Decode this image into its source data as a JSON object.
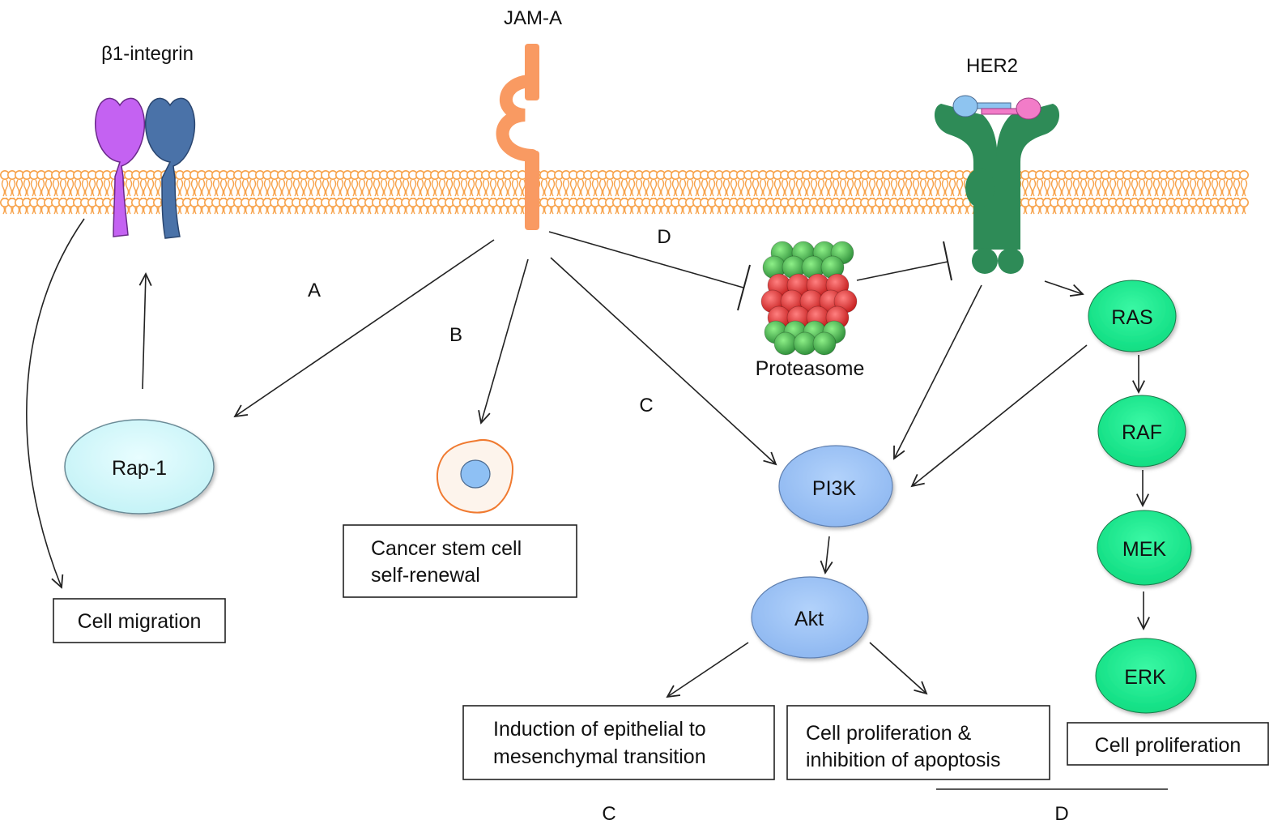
{
  "receptors": {
    "integrin": "β1-integrin",
    "jam": "JAM-A",
    "her2": "HER2"
  },
  "pathway_labels": {
    "a": "A",
    "b": "B",
    "c": "C",
    "d": "D"
  },
  "nodes": {
    "proteasome": "Proteasome",
    "rap1": "Rap-1",
    "pi3k": "PI3K",
    "akt": "Akt",
    "ras": "RAS",
    "raf": "RAF",
    "mek": "MEK",
    "erk": "ERK"
  },
  "outcomes": {
    "cell_migration": "Cell migration",
    "csc_line1": "Cancer stem cell",
    "csc_line2": "self-renewal",
    "emt_line1": "Induction of epithelial to",
    "emt_line2": "mesenchymal transition",
    "prolif_line1": "Cell proliferation &",
    "prolif_line2": "inhibition of apoptosis",
    "cell_proliferation": "Cell proliferation"
  },
  "footer": {
    "c": "C",
    "d": "D"
  },
  "colors": {
    "membrane": "#f7a24a",
    "integrin_alpha": "#c462f2",
    "integrin_beta": "#4a72a8",
    "jam": "#f99a62",
    "her2": "#2e8b57",
    "her2_ligand_blue": "#8ec4f0",
    "her2_ligand_pink": "#f27cc8",
    "rap1": "#cdf8fb",
    "pi3k_akt": "#9cc2f6",
    "mapk": "#16ec8e",
    "proteasome_green": "#3aa44a",
    "proteasome_red": "#d82828",
    "stem_cell": "#f07a30",
    "stem_nucleus": "#8ec0f4"
  }
}
